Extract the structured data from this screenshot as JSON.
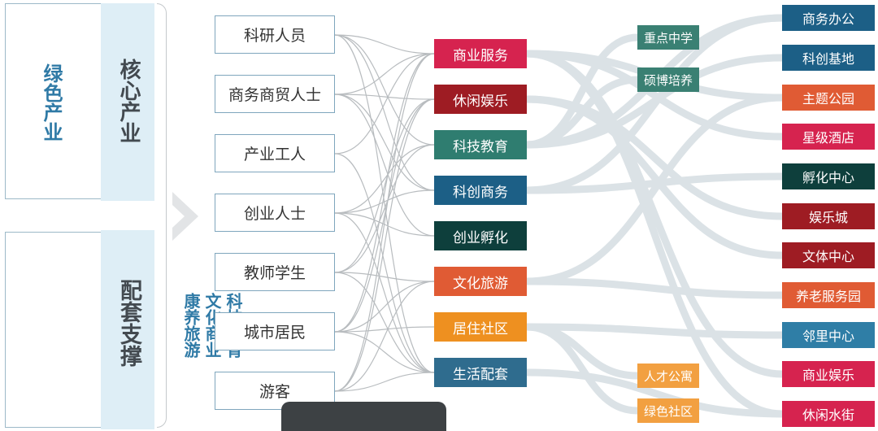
{
  "left_panel": {
    "top_tag": "绿色产业",
    "top_band": "核心产业",
    "bottom_band": "配套支撑",
    "bottom_tags": [
      "科技教育",
      "文化商业",
      "康养旅游"
    ]
  },
  "sources": [
    {
      "label": "科研人员"
    },
    {
      "label": "商务商贸人士"
    },
    {
      "label": "产业工人"
    },
    {
      "label": "创业人士"
    },
    {
      "label": "教师学生"
    },
    {
      "label": "城市居民"
    },
    {
      "label": "游客"
    }
  ],
  "functions": [
    {
      "label": "商业服务",
      "color": "#d6234f"
    },
    {
      "label": "休闲娱乐",
      "color": "#9e1c23"
    },
    {
      "label": "科技教育",
      "color": "#2f7d70"
    },
    {
      "label": "科创商务",
      "color": "#1c5f86"
    },
    {
      "label": "创业孵化",
      "color": "#0e3f3c"
    },
    {
      "label": "文化旅游",
      "color": "#e05b34"
    },
    {
      "label": "居住社区",
      "color": "#ee9020"
    },
    {
      "label": "生活配套",
      "color": "#2f6c8e"
    }
  ],
  "labels": [
    {
      "label": "重点中学",
      "color": "#3a8073"
    },
    {
      "label": "硕博培养",
      "color": "#3a8073"
    },
    {
      "label": "人才公寓",
      "color": "#f2a041"
    },
    {
      "label": "绿色社区",
      "color": "#f2a041"
    }
  ],
  "destinations": [
    {
      "label": "商务办公",
      "color": "#1c5f86"
    },
    {
      "label": "科创基地",
      "color": "#1c5f86"
    },
    {
      "label": "主题公园",
      "color": "#e05b34"
    },
    {
      "label": "星级酒店",
      "color": "#d6234f"
    },
    {
      "label": "孵化中心",
      "color": "#0e3f3c"
    },
    {
      "label": "娱乐城",
      "color": "#9e1c23"
    },
    {
      "label": "文体中心",
      "color": "#9e1c23"
    },
    {
      "label": "养老服务园",
      "color": "#e05b34"
    },
    {
      "label": "邻里中心",
      "color": "#2f7ea6"
    },
    {
      "label": "商业娱乐",
      "color": "#d6234f"
    },
    {
      "label": "休闲水街",
      "color": "#d6234f"
    }
  ],
  "colors": {
    "thin_link": "#b8bcbf",
    "flow": "#dbe2e6",
    "source_border": "#7fa6bd",
    "band": "#deeef6",
    "accent": "#2f7aa6"
  }
}
